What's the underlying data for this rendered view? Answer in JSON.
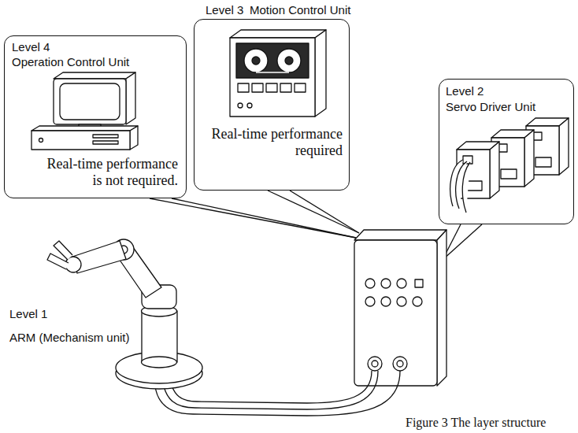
{
  "diagram": {
    "caption": "Figure 3 The layer structure",
    "nodes": [
      {
        "text": [
          "Level 4",
          "Operation Control Unit",
          "Real-time performance is not required."
        ]
      },
      {
        "text": [
          "Level 3",
          "Motion Control Unit",
          "Real-time performance required"
        ]
      },
      {
        "text": [
          "Level 2",
          "Servo Driver Unit"
        ]
      }
    ],
    "labels": [
      "Level 1",
      "ARM (Mechanism unit)"
    ]
  }
}
